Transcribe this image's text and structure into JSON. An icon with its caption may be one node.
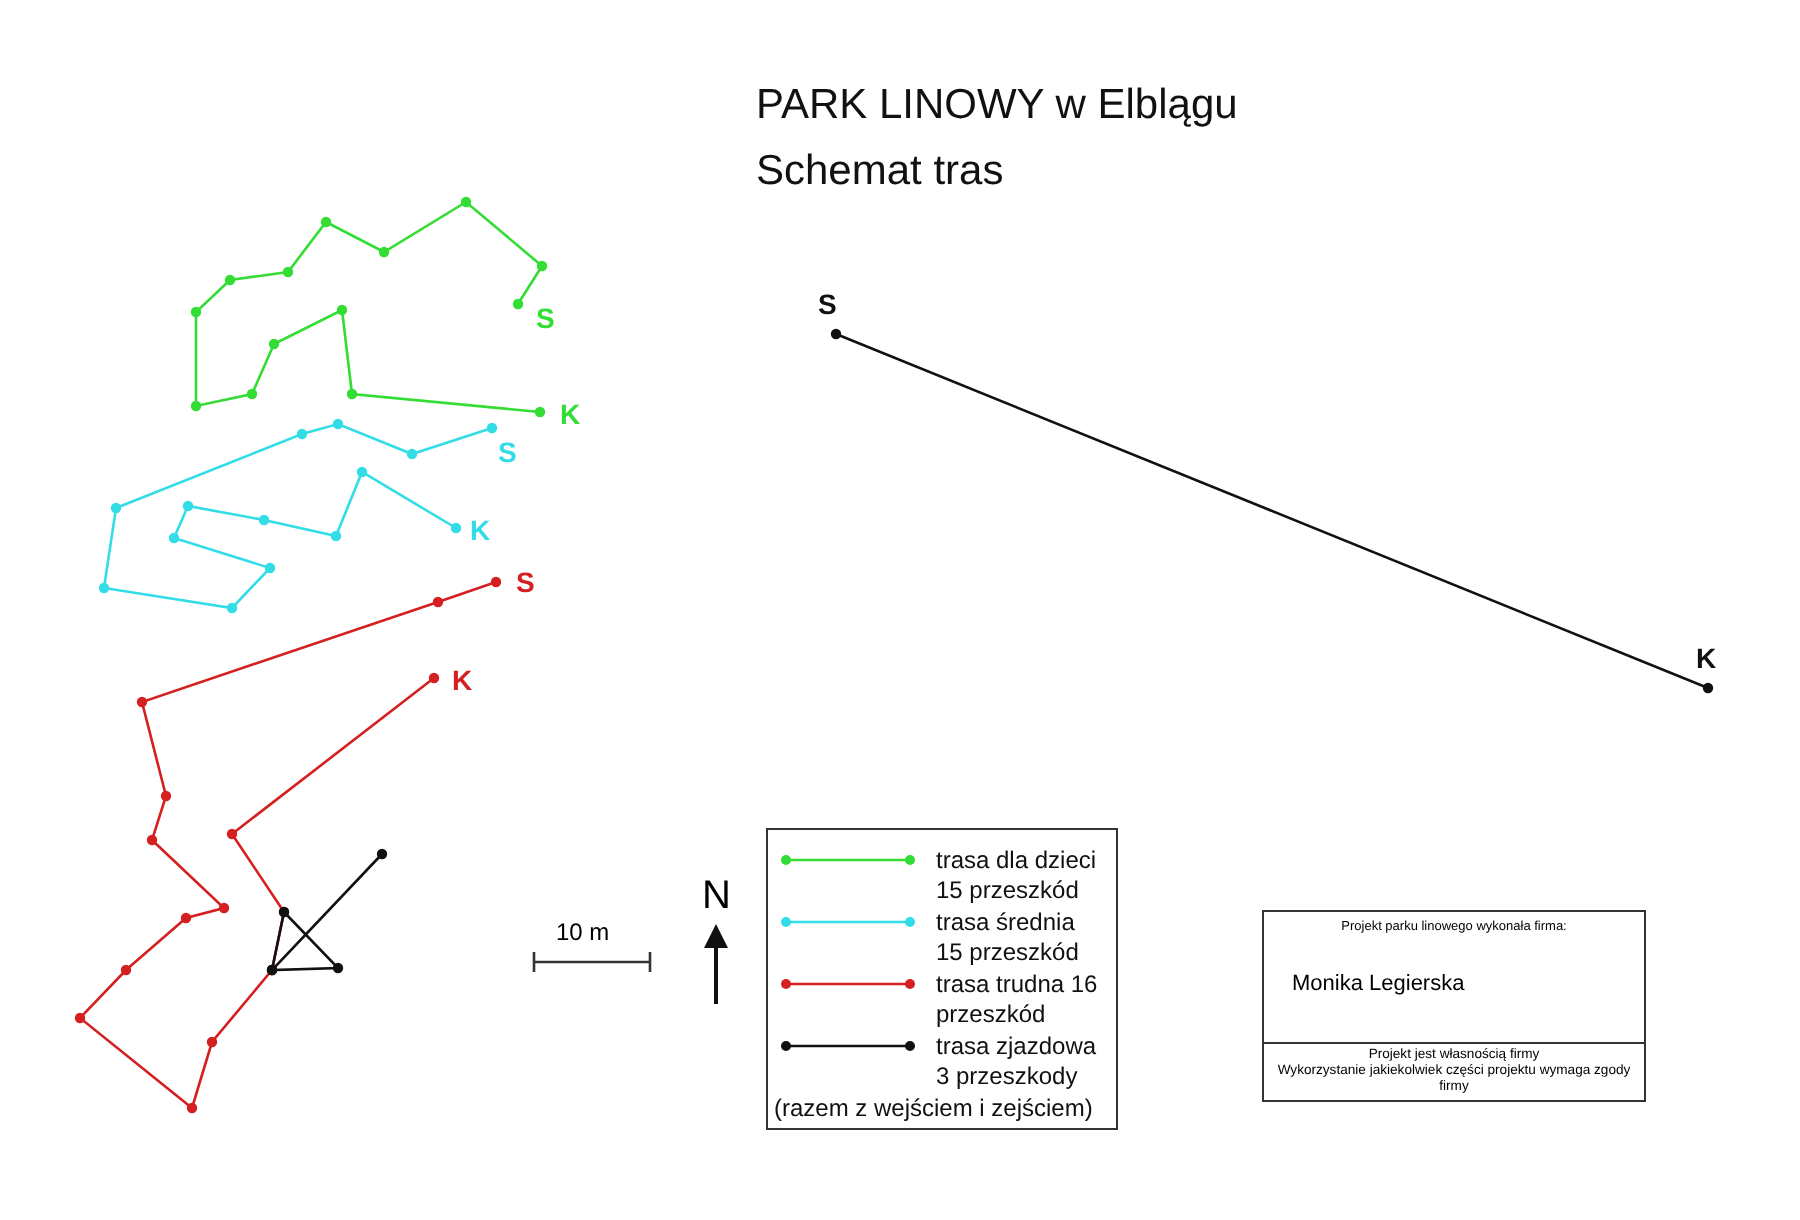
{
  "diagram": {
    "title": "PARK LINOWY w Elblągu Schemat tras",
    "nodes": [
      {
        "text": [
          "Projekt parku linowego wykonała firma:",
          "Monika Legierska"
        ]
      },
      {
        "text": [
          "Projekt jest własnością firmy",
          "Wykorzystanie jakiekolwiek części projektu wymaga zgody firmy"
        ]
      }
    ],
    "labels": [
      "S",
      "K",
      "S",
      "K",
      "S",
      "K",
      "S",
      "K",
      "10 m",
      "N",
      "(razem z wejściem i zejściem)"
    ],
    "legend": [
      {
        "text": "trasa dla dzieci 15 przeszkód"
      },
      {
        "text": "trasa średnia 15 przeszkód"
      },
      {
        "text": "trasa trudna 16 przeszkód"
      },
      {
        "text": "trasa zjazdowa 3 przeszkody"
      }
    ]
  }
}
